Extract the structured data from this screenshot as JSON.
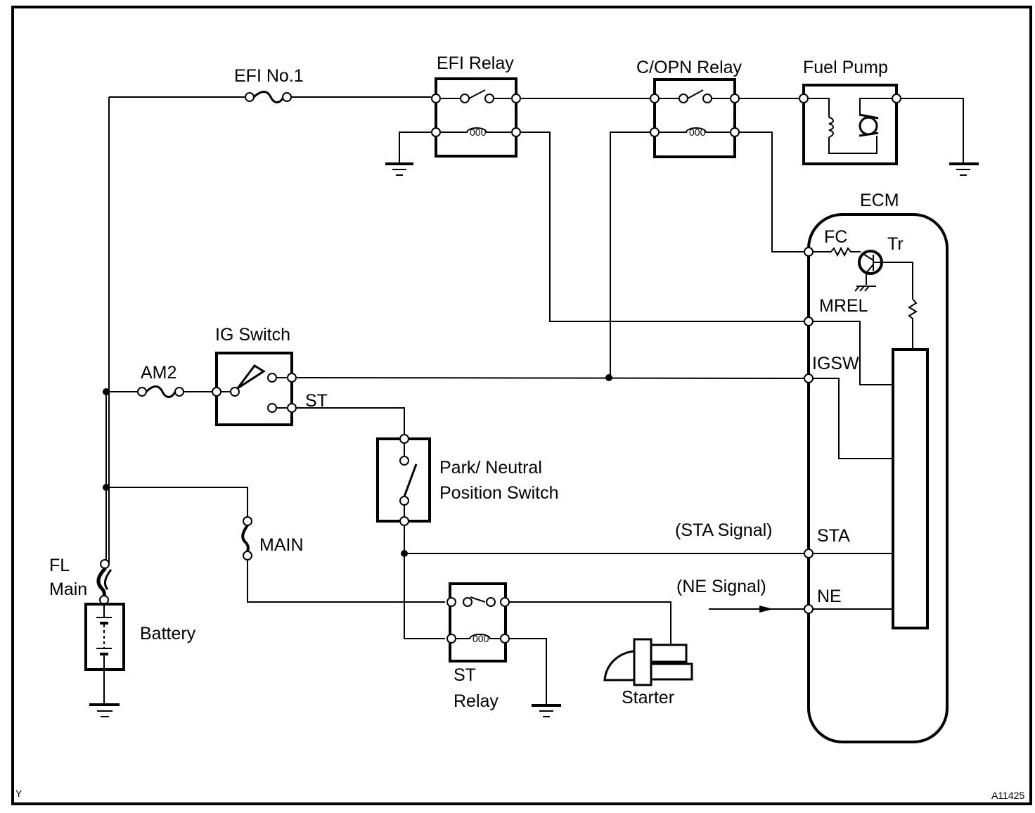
{
  "diagram": {
    "title": "Starter / Fuel Pump Control Circuit",
    "corner_left": "Y",
    "corner_right": "A11425",
    "components": {
      "efi_fuse": "EFI No.1",
      "efi_relay": "EFI Relay",
      "copn_relay": "C/OPN Relay",
      "fuel_pump": "Fuel Pump",
      "ecm": "ECM",
      "ig_switch": "IG Switch",
      "am2_fuse": "AM2",
      "st_terminal": "ST",
      "pn_switch_line1": "Park/ Neutral",
      "pn_switch_line2": "Position Switch",
      "main_fuse": "MAIN",
      "fl_line1": "FL",
      "fl_line2": "Main",
      "battery": "Battery",
      "st_relay_line1": "ST",
      "st_relay_line2": "Relay",
      "starter": "Starter"
    },
    "ecm_pins": {
      "fc": "FC",
      "tr": "Tr",
      "mrel": "MREL",
      "igsw": "IGSW",
      "sta": "STA",
      "ne": "NE"
    },
    "signals": {
      "sta": "(STA Signal)",
      "ne": "(NE Signal)"
    }
  }
}
